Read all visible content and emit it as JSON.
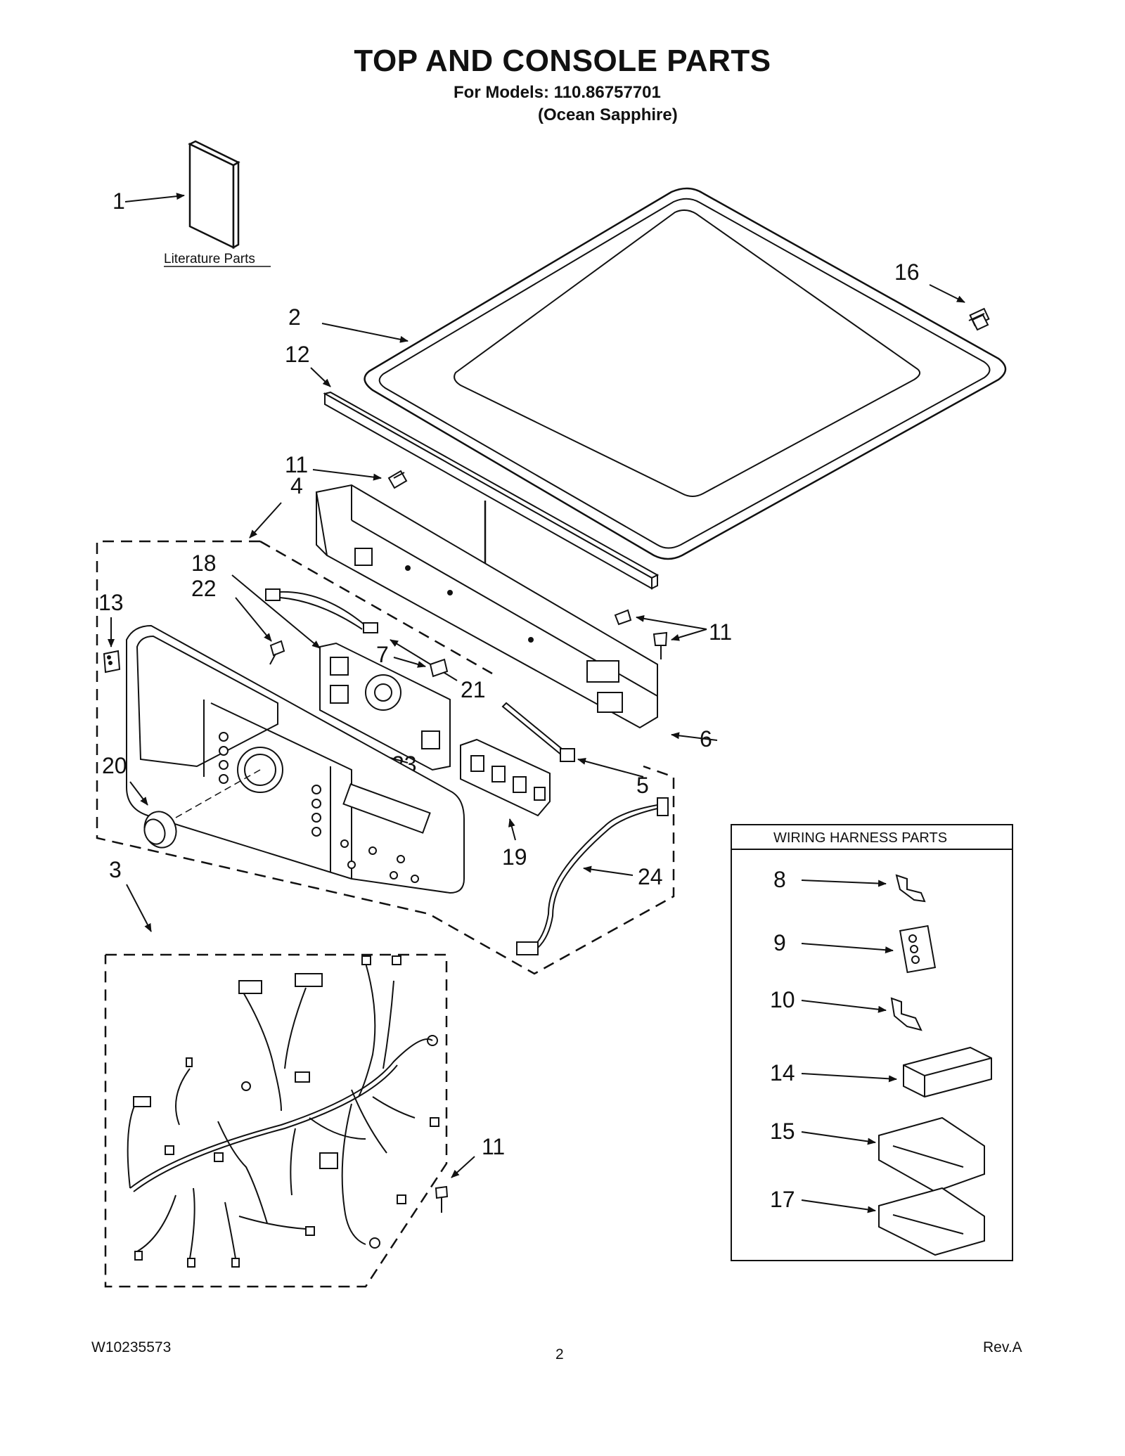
{
  "header": {
    "title": "TOP AND CONSOLE PARTS",
    "models_line": "For Models: 110.86757701",
    "color_line": "(Ocean Sapphire)"
  },
  "literature_label": "Literature Parts",
  "wiring_box_title": "WIRING HARNESS PARTS",
  "callouts": {
    "c1": "1",
    "c2": "2",
    "c3": "3",
    "c4": "4",
    "c5": "5",
    "c6": "6",
    "c7": "7",
    "c8": "8",
    "c9": "9",
    "c10": "10",
    "c11a": "11",
    "c11b": "11",
    "c11c": "11",
    "c12": "12",
    "c13": "13",
    "c14": "14",
    "c15": "15",
    "c16": "16",
    "c17": "17",
    "c18": "18",
    "c19": "19",
    "c20": "20",
    "c21": "21",
    "c22": "22",
    "c23": "23",
    "c24": "24"
  },
  "footer": {
    "doc_number": "W10235573",
    "page": "2",
    "revision": "Rev.A"
  }
}
